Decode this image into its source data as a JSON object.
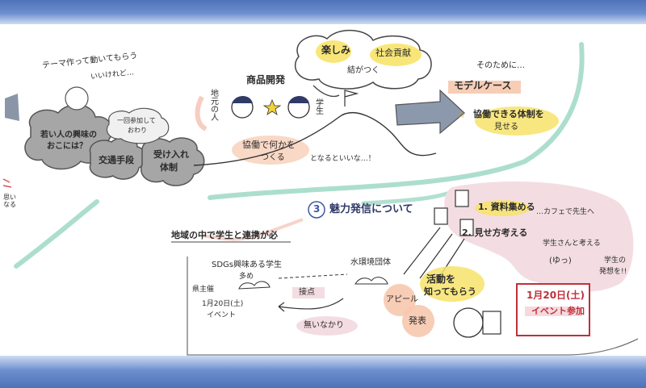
{
  "colors": {
    "band_blue": "#5577bb",
    "gray_cloud": "#9a9a9a",
    "pink_bubble": "#f3dde2",
    "yellow_hl": "#f7e36a",
    "green_line": "#9ed8c6",
    "red_text": "#c0303a",
    "peach_hl": "#f6c8ae"
  },
  "left": {
    "note_top": "テーマ作って動いてもらう",
    "note_top2": "いいけれど…",
    "cloud_main": "若い人の興味の",
    "cloud_main2": "おこには？",
    "cloud_small": "一回参加して",
    "cloud_small2": "おわり",
    "box_transport": "交通手段",
    "box_accept": "受け入れ",
    "box_accept2": "体制",
    "edge_text": "思い\nなる"
  },
  "center": {
    "bubble_enjoy": "楽しみ",
    "bubble_social": "社会貢献",
    "bubble_link": "結がつく",
    "title_product": "商品開発",
    "local_people": "地元の人",
    "student": "学生",
    "collab": "協働で何かを",
    "collab2": "つくる",
    "becomes": "となるといいな…！"
  },
  "right": {
    "for_that": "そのために…",
    "model_case": "モデルケース",
    "star_text": "協働できる体制を",
    "star_text2": "見せる"
  },
  "section3": {
    "title_num": "3",
    "title": "魅力発信について",
    "item1": "1. 資料集める",
    "item1_note": "…カフェで先生へ",
    "item2": "2. 見せ方考える",
    "item2_note": "学生さんと考える",
    "item2_note2": "学生の",
    "item2_note3": "発想を!!",
    "face_caption": "(ゆっ)",
    "env_group": "水環境団体",
    "activity": "活動を",
    "activity2": "知ってもらう",
    "appeal": "アピール",
    "present": "発表",
    "event_date": "1月20日(土)",
    "event_join": "イベント参加"
  },
  "bottom_left": {
    "heading": "地域の中で学生と連携が必",
    "sdgs": "SDGs興味ある学生",
    "many": "多め",
    "prefecture": "県主催",
    "date_small": "1月20日(土)",
    "event_small": "イベント",
    "seat": "接点",
    "none": "無いなかり"
  }
}
